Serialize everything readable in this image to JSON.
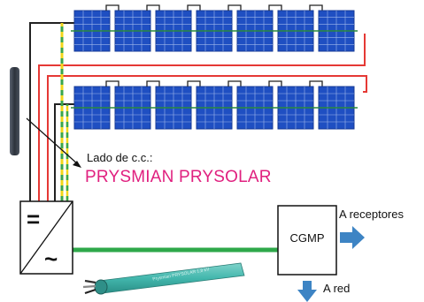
{
  "labels": {
    "dc_side": "Lado de c.c.:",
    "product": "PRYSMIAN PRYSOLAR",
    "meter": "CGMP",
    "to_receptors": "A receptores",
    "to_grid": "A red",
    "inverter_dc_symbol": "=",
    "inverter_ac_symbol": "~",
    "cable_print": "Prysmian PRYSOLAR 1,8 kV"
  },
  "colors": {
    "panel_blue": "#1f4fc2",
    "panel_cell_line": "#9fb7ea",
    "string_link": "#2a8a3c",
    "ac_cable": "#2ea84a",
    "dc_positive": "#e53935",
    "dc_negative": "#222222",
    "earth_yellow": "#f2d61a",
    "earth_green": "#3aa64b",
    "product_magenta": "#e0207f",
    "flow_arrow": "#3d84c4",
    "cable_jacket": "#43b7ad"
  },
  "panel_rows": [
    {
      "panel_count": 7
    },
    {
      "panel_count": 7
    }
  ]
}
